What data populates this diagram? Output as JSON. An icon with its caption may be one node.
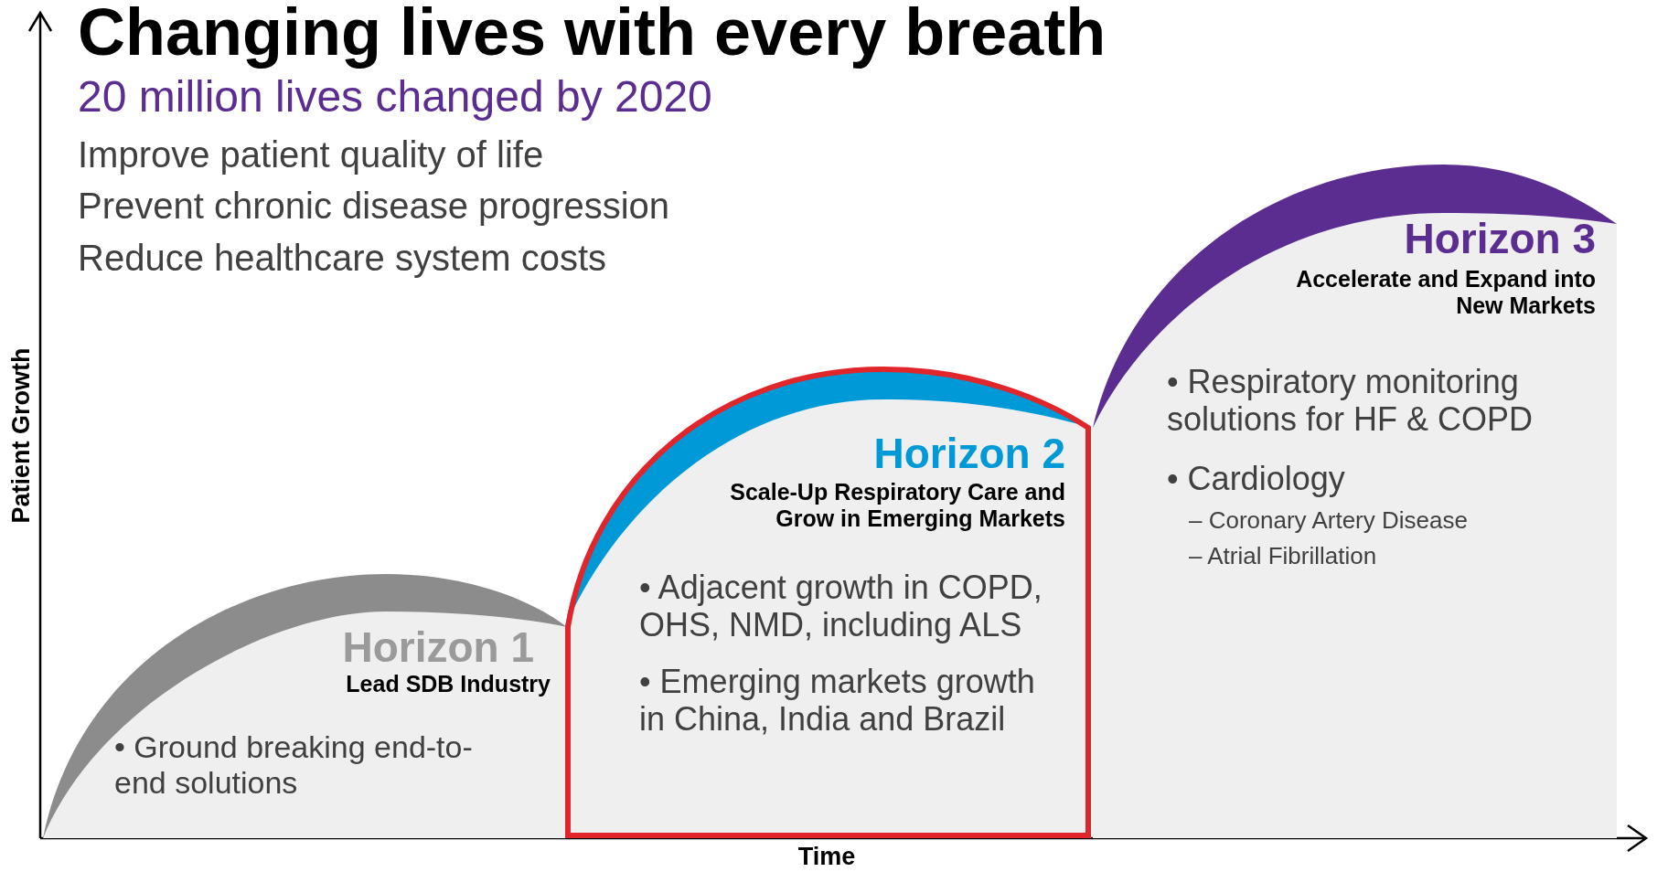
{
  "diagram": {
    "title": "Changing lives with every breath",
    "nodes": [
      {
        "text": [
          "Horizon 1",
          "Lead SDB Industry",
          "• Ground breaking end-to-end solutions"
        ]
      },
      {
        "text": [
          "Horizon 2",
          "Scale-Up Respiratory Care and Grow in Emerging Markets",
          "• Adjacent growth in COPD, OHS, NMD, including ALS",
          "• Emerging markets growth in China, India and Brazil"
        ]
      },
      {
        "text": [
          "Horizon 3",
          "Accelerate and Expand into New Markets",
          "• Respiratory monitoring solutions for HF & COPD",
          "• Cardiology",
          "– Coronary Artery Disease",
          "– Atrial Fibrillation"
        ]
      }
    ],
    "labels": [
      "20 million lives changed by 2020",
      "Improve patient quality of life",
      "Prevent chronic disease progression",
      "Reduce healthcare system costs",
      "Patient Growth",
      "Time"
    ]
  }
}
